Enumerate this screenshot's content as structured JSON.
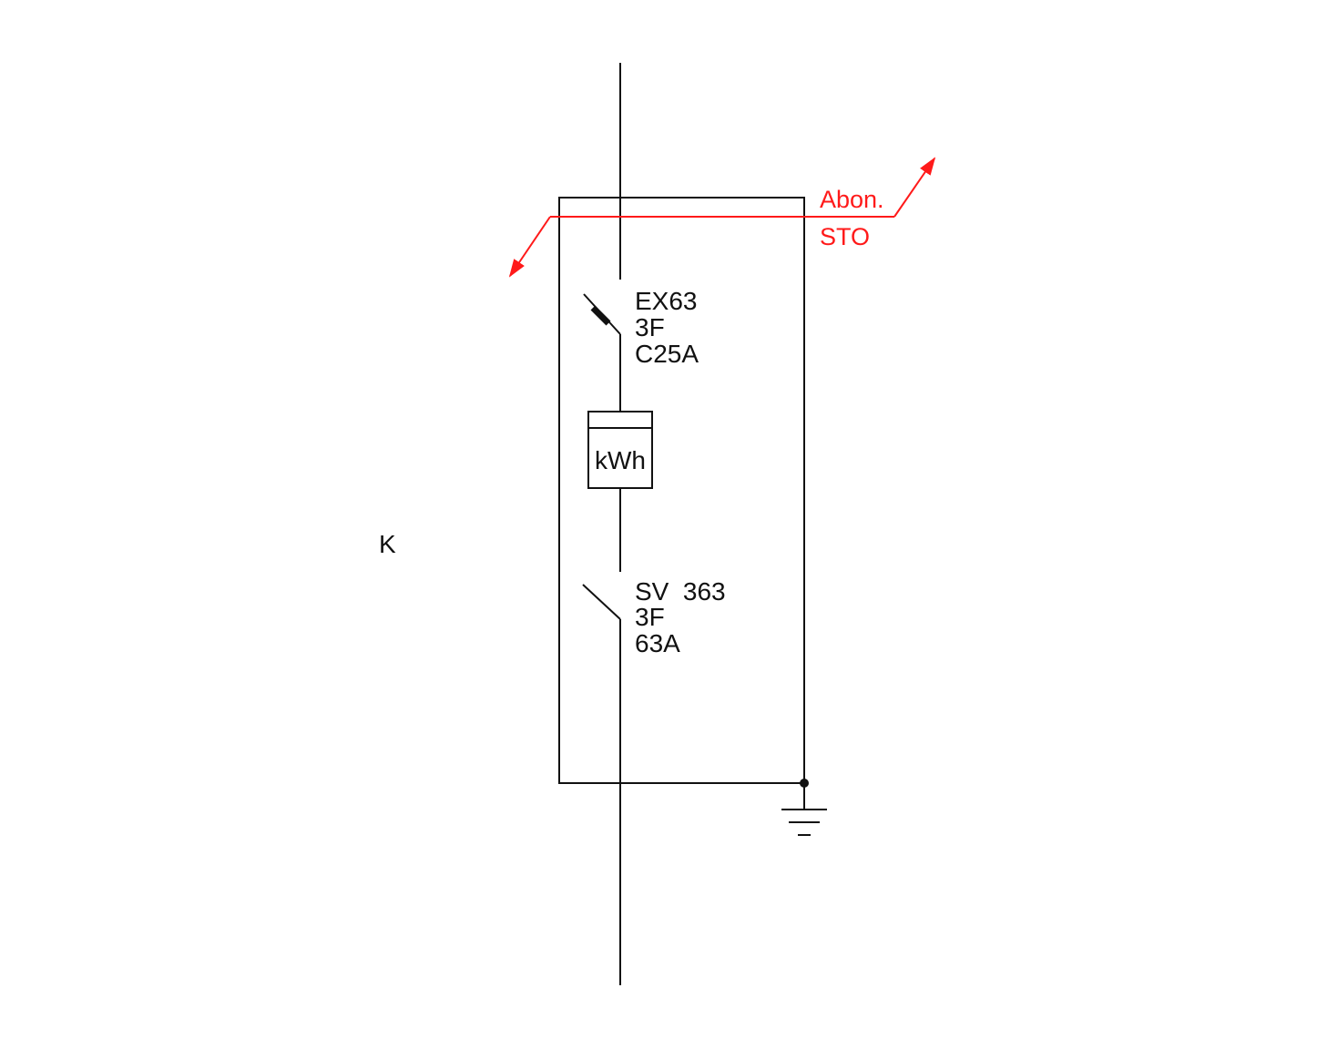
{
  "colors": {
    "line": "#111111",
    "boundary": "#ff1a1a",
    "background": "#ffffff"
  },
  "labels": {
    "section": "K",
    "breaker": {
      "model": "EX63",
      "poles": "3F",
      "rating": "C25A"
    },
    "meter": "kWh",
    "switch": {
      "model": "SV  363",
      "poles": "3F",
      "rating": "63A"
    },
    "boundary": {
      "top": "Abon.",
      "bottom": "STO"
    }
  }
}
